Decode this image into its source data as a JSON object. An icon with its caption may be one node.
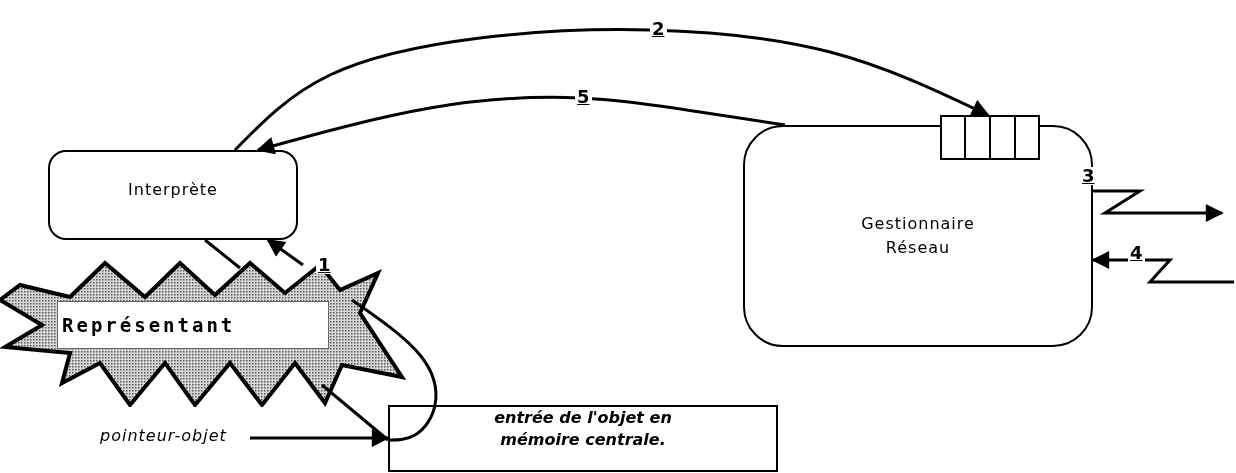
{
  "diagram": {
    "nodes": [
      {
        "text": [
          "Interprète"
        ]
      },
      {
        "text": [
          "Représentant"
        ]
      },
      {
        "text": [
          "Gestionnaire Réseau"
        ]
      },
      {
        "text": [],
        "shape": "box"
      },
      {
        "text": [
          "entrée de l'objet en mémoire centrale."
        ]
      },
      {
        "text": [
          "pointeur-objet"
        ]
      }
    ],
    "edges": [
      {
        "from": 0,
        "to": 3,
        "arrow": "to",
        "label": "2"
      },
      {
        "from": 2,
        "to": 0,
        "arrow": "to",
        "label": "5"
      },
      {
        "from": 1,
        "to": 0,
        "arrow": "to",
        "label": "1"
      },
      {
        "from": 0,
        "to": 1,
        "arrow": "none"
      },
      {
        "from": 1,
        "to": 4,
        "arrow": "none"
      },
      {
        "from": 1,
        "to": 4,
        "arrow": "none"
      },
      {
        "from": 5,
        "to": 4,
        "arrow": "to"
      },
      {
        "from": 2,
        "to": null,
        "arrow": "to",
        "label": "3"
      },
      {
        "from": null,
        "to": 2,
        "arrow": "to",
        "label": "4"
      }
    ]
  }
}
